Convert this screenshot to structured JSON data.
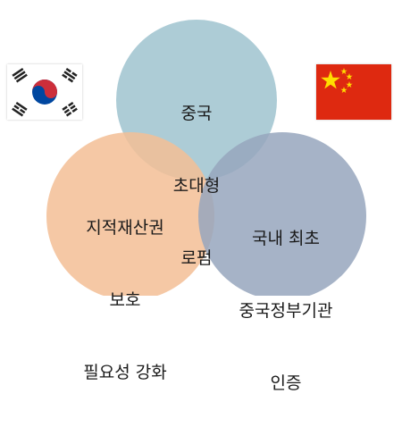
{
  "venn": {
    "top": {
      "lines": [
        "중국",
        "초대형",
        "로펌"
      ],
      "color": "#9fc3cf"
    },
    "left": {
      "lines": [
        "지적재산권",
        "보호",
        "필요성 강화"
      ],
      "color": "#f3be95"
    },
    "right": {
      "lines": [
        "국내 최초",
        "중국정부기관",
        "인증"
      ],
      "color": "#97a6bd"
    }
  },
  "flags": {
    "left_icon": "south-korea-flag-icon",
    "right_icon": "china-flag-icon"
  }
}
